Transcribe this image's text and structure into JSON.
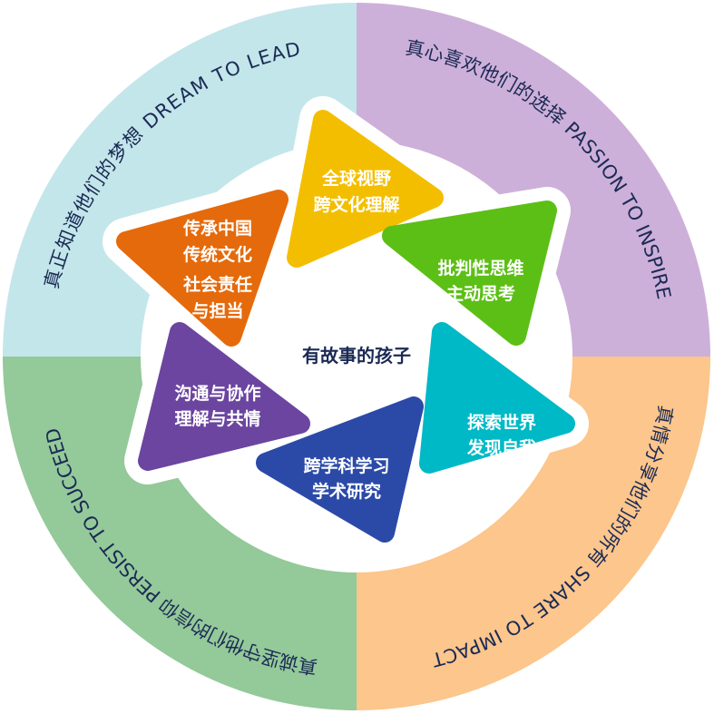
{
  "center_label": "有故事的孩子",
  "quadrants": [
    {
      "text": "真正知道他们的梦想 DREAM TO LEAD",
      "color": "#c3e6ea"
    },
    {
      "text": "真心喜欢他们的选择 PASSION TO INSPIRE",
      "color": "#cdb0d9"
    },
    {
      "text": "真情分享他们的所有 SHARE TO IMPACT",
      "color": "#fcc68c"
    },
    {
      "text": "真诚坚守他们的信仰 PERSIST TO SUCCEED",
      "color": "#94c999"
    }
  ],
  "segments": [
    {
      "lines": [
        "全球视野",
        "跨文化理解"
      ],
      "color": "#f4be00"
    },
    {
      "lines": [
        "批判性思维",
        "主动思考"
      ],
      "color": "#5cbf16"
    },
    {
      "lines": [
        "探索世界",
        "发现自我"
      ],
      "color": "#00b9c6"
    },
    {
      "lines": [
        "跨学科学习",
        "学术研究"
      ],
      "color": "#2b4aa8"
    },
    {
      "lines": [
        "沟通与协作",
        "理解与共情"
      ],
      "color": "#6b459f"
    },
    {
      "lines": [
        "传承中国",
        "传统文化",
        "社会责任",
        "与担当"
      ],
      "color": "#e56a0b"
    }
  ]
}
